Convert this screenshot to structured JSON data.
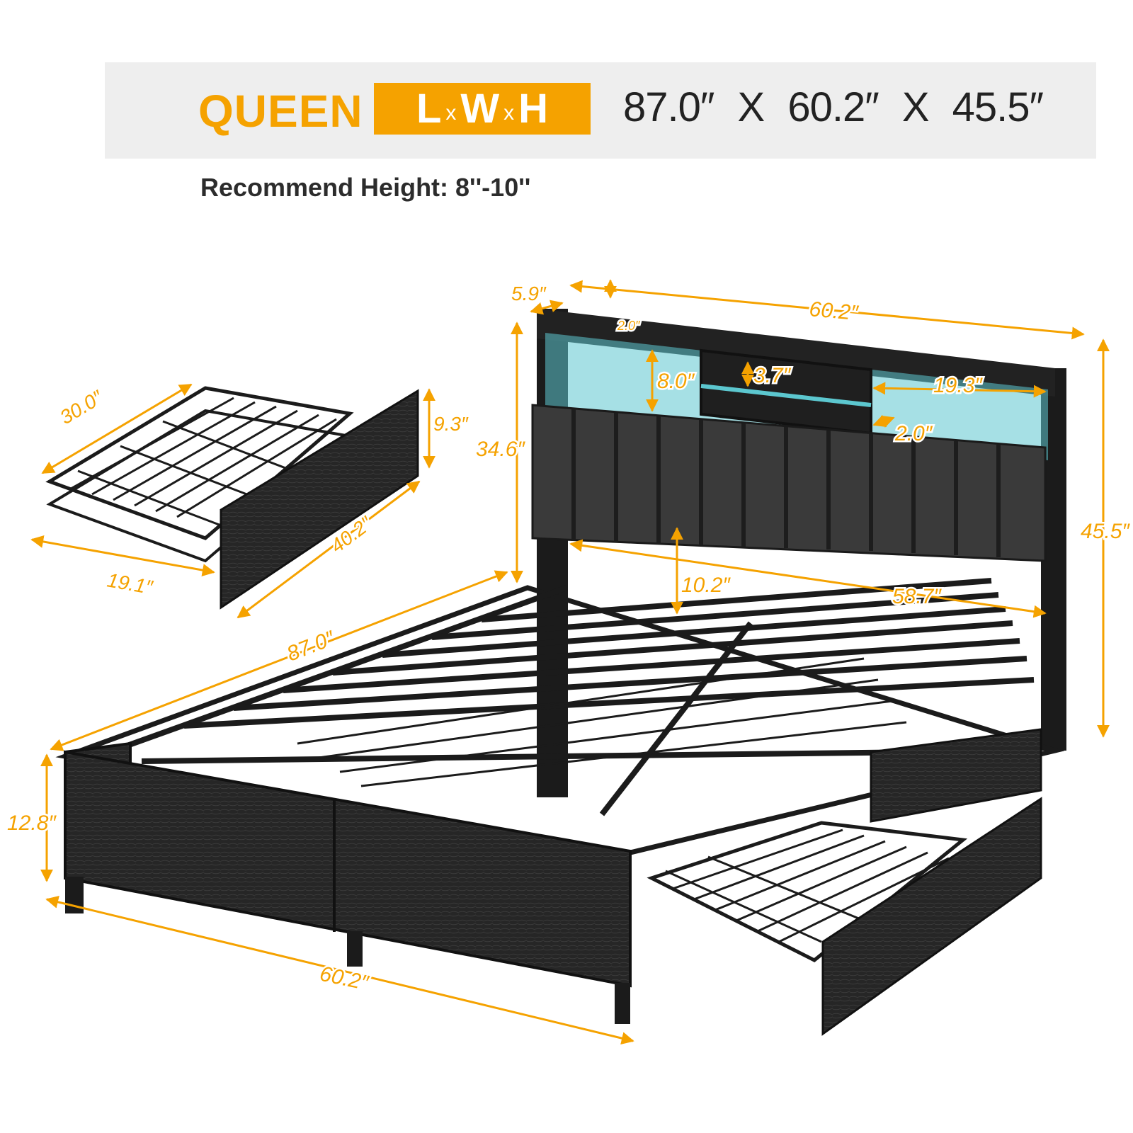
{
  "header": {
    "size_name": "QUEEN",
    "badge": {
      "l": "L",
      "x1": "x",
      "w": "W",
      "x2": "x",
      "h": "H"
    },
    "dimensions": "87.0″  X 60.2″  X 45.5″"
  },
  "recommend": "Recommend Height: 8''-10''",
  "colors": {
    "accent": "#f5a200",
    "banner_bg": "#eeeeee",
    "frame": "#1b1b1b",
    "panel": "#2a2a2a",
    "led": "#5cc7cf"
  },
  "drawer_labels": {
    "length": "30.0″",
    "height": "9.3″",
    "depth": "40.2″",
    "width": "19.1″"
  },
  "headboard_labels": {
    "top_depth": "5.9″",
    "top_width": "60.2″",
    "shelf_top": "2.0″",
    "shelf_height": "8.0″",
    "cubby_height": "3.7″",
    "shelf_width": "19.3″",
    "shelf_depth": "2.0″",
    "headboard_height": "34.6″",
    "total_height": "45.5″",
    "clearance": "10.2″",
    "inner_width": "58.7″"
  },
  "bed_labels": {
    "length": "87.0″",
    "leg_height": "12.8″",
    "width": "60.2″"
  }
}
